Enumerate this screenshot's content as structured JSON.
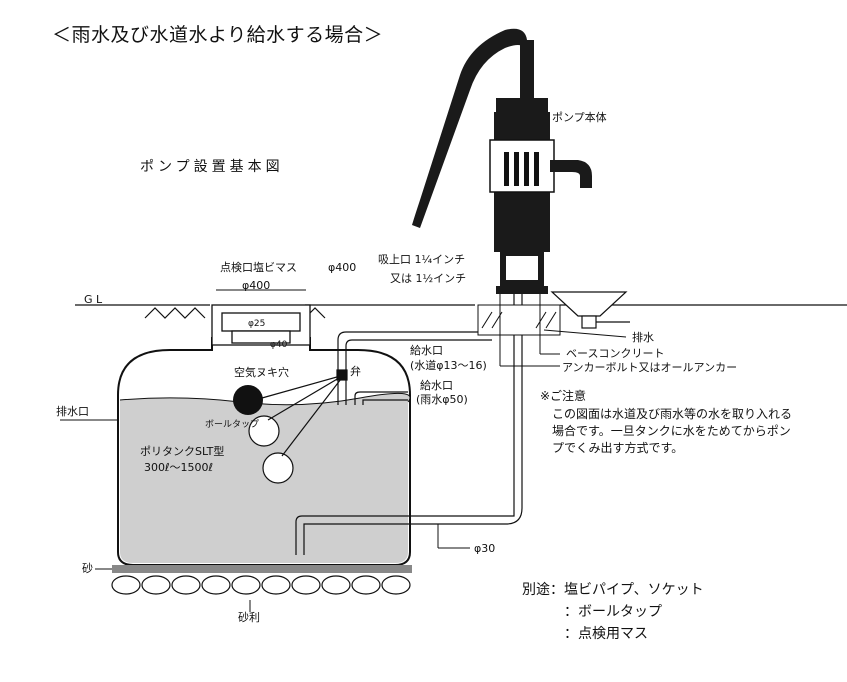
{
  "header": {
    "title": "＜雨水及び水道水より給水する場合＞",
    "subtitle": "ポンプ設置基本図"
  },
  "labels": {
    "pump_body": "ポンプ本体",
    "inspection_mass": "点検口塩ビマス",
    "phi400_a": "φ400",
    "phi400_b": "φ400",
    "phi25": "φ25",
    "phi40": "φ40",
    "gl": "G L",
    "suction_1": "吸上口 1¼インチ",
    "suction_2": "又は 1½インチ",
    "drain_right": "排水",
    "base_concrete": "ベースコンクリート",
    "anchor_bolt": "アンカーボルト又はオールアンカー",
    "inlet_water_1": "給水口",
    "inlet_water_2": "(水道φ13～16)",
    "valve": "弁",
    "air_vent": "空気ヌキ穴",
    "inlet_rain_1": "給水口",
    "inlet_rain_2": "(雨水φ50)",
    "drain_port": "排水口",
    "ball_tap": "ボールタップ",
    "tank_name": "ポリタンクSLT型",
    "tank_capacity": "300ℓ～1500ℓ",
    "phi30": "φ30",
    "sand": "砂",
    "gravel": "砂利"
  },
  "note": {
    "heading": "※ご注意",
    "body": "この図面は水道及び雨水等の水を取り入れる場合です。一旦タンクに水をためてからポンプでくみ出す方式です。"
  },
  "separate": {
    "items": [
      "別途：塩ビパイプ、ソケット",
      "：ボールタップ",
      "：点検用マス"
    ]
  },
  "colors": {
    "ink": "#111111",
    "water": "#cfcfcf",
    "pump": "#1a1a1a"
  }
}
